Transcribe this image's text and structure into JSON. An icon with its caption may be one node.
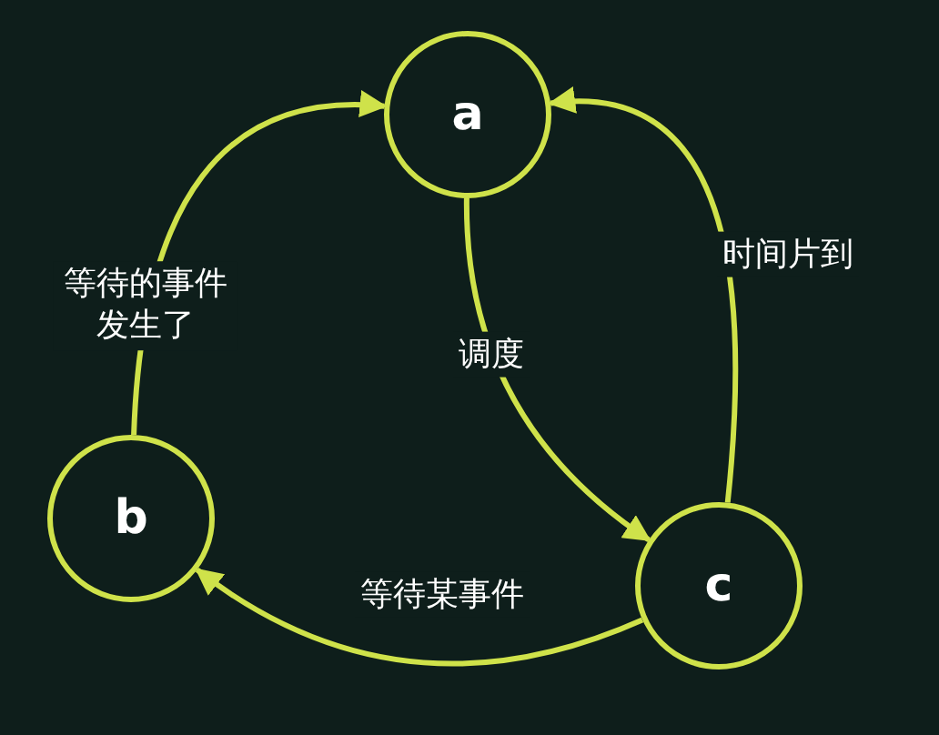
{
  "diagram": {
    "nodes": [
      {
        "text": [
          "a"
        ]
      },
      {
        "text": [
          "b"
        ]
      },
      {
        "text": [
          "c"
        ]
      }
    ],
    "edges": [
      {
        "from": 1,
        "to": 0,
        "arrow": "to",
        "label": "等待的事件发生了"
      },
      {
        "from": 0,
        "to": 2,
        "arrow": "to",
        "label": "调度"
      },
      {
        "from": 2,
        "to": 0,
        "arrow": "to",
        "label": "时间片到"
      },
      {
        "from": 2,
        "to": 1,
        "arrow": "to",
        "label": "等待某事件"
      }
    ]
  }
}
